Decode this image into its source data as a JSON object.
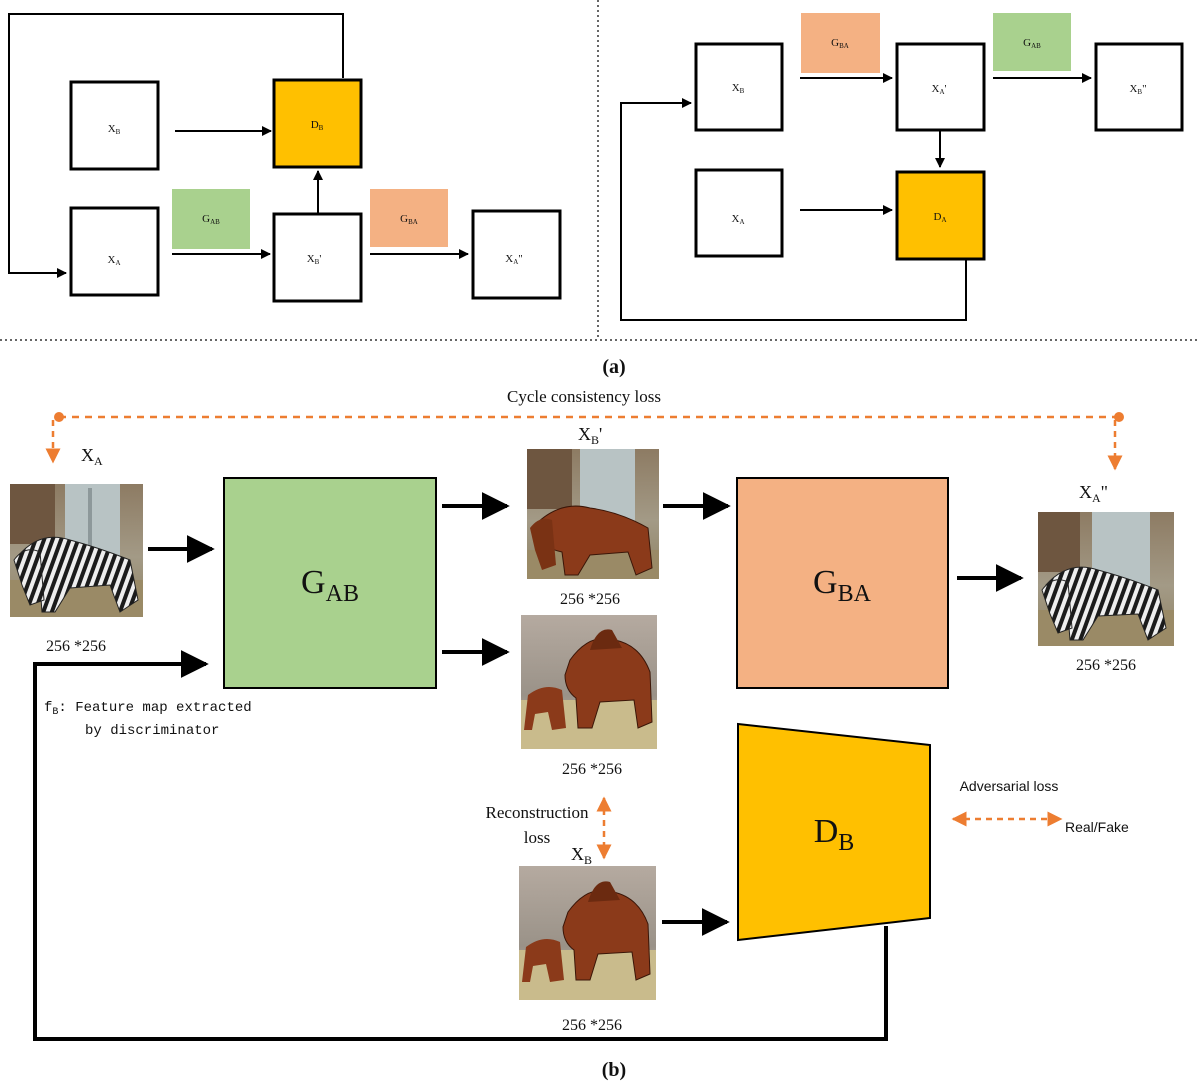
{
  "part_a": {
    "caption": "(a)",
    "left": {
      "xb": {
        "main": "X",
        "sub": "B",
        "prime": ""
      },
      "xa": {
        "main": "X",
        "sub": "A",
        "prime": ""
      },
      "db": {
        "main": "D",
        "sub": "B"
      },
      "xb_prime": {
        "main": "X",
        "sub": "B",
        "prime": "'"
      },
      "xa_dprime": {
        "main": "X",
        "sub": "A",
        "prime": "\""
      },
      "gab": {
        "main": "G",
        "sub": "AB"
      },
      "gba": {
        "main": "G",
        "sub": "BA"
      }
    },
    "right": {
      "xb": {
        "main": "X",
        "sub": "B",
        "prime": ""
      },
      "xa_prime": {
        "main": "X",
        "sub": "A",
        "prime": "'"
      },
      "xb_dprime": {
        "main": "X",
        "sub": "B",
        "prime": "\""
      },
      "xa": {
        "main": "X",
        "sub": "A",
        "prime": ""
      },
      "da": {
        "main": "D",
        "sub": "A"
      },
      "gba": {
        "main": "G",
        "sub": "BA"
      },
      "gab": {
        "main": "G",
        "sub": "AB"
      }
    }
  },
  "part_b": {
    "caption": "(b)",
    "cycle_loss": "Cycle consistency loss",
    "xa": {
      "main": "X",
      "sub": "A",
      "prime": ""
    },
    "xb_prime": {
      "main": "X",
      "sub": "B",
      "prime": "'"
    },
    "xa_dprime": {
      "main": "X",
      "sub": "A",
      "prime": "\""
    },
    "xb": {
      "main": "X",
      "sub": "B",
      "prime": ""
    },
    "gab": {
      "main": "G",
      "sub": "AB"
    },
    "gba": {
      "main": "G",
      "sub": "BA"
    },
    "db": {
      "main": "D",
      "sub": "B"
    },
    "size_label": "256 *256",
    "feature_map": {
      "main": "f",
      "sub": "B",
      "line1": ": Feature map extracted",
      "line2": "by discriminator"
    },
    "reconstruction_loss": {
      "line1": "Reconstruction",
      "line2": "loss"
    },
    "adversarial_loss": "Adversarial loss",
    "real_fake": "Real/Fake"
  },
  "colors": {
    "generator_ab": "#a9d18e",
    "generator_ba": "#f4b183",
    "discriminator": "#ffc000",
    "loss_arrow": "#ed7d31",
    "zebra_bg": "#8c7a5e",
    "horse": "#8b3a1a"
  }
}
